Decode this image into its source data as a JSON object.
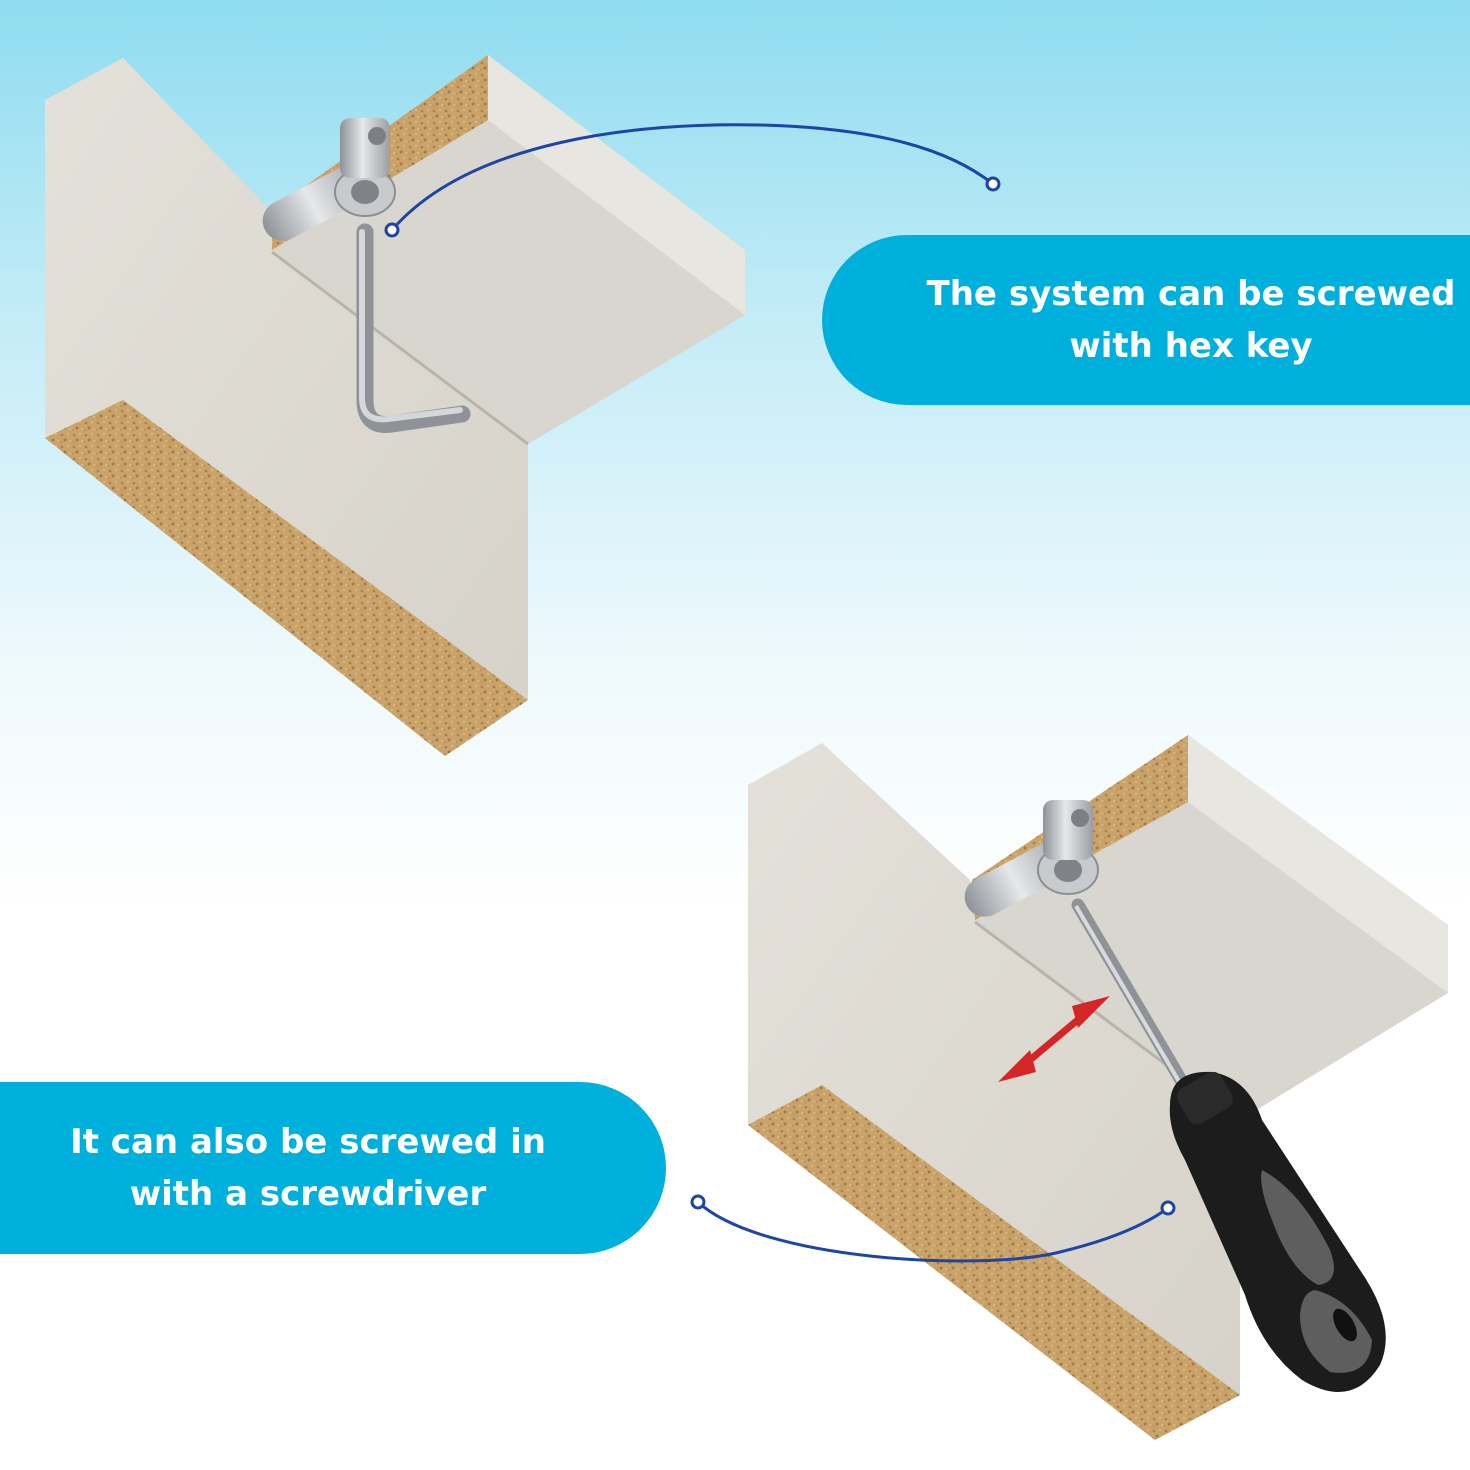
{
  "callouts": {
    "top": {
      "line1": "The system can be screwed",
      "line2": "with hex key"
    },
    "bottom": {
      "line1": "It can also be screwed in",
      "line2": "with a screwdriver"
    }
  },
  "colors": {
    "callout_fill": "#00b0dc",
    "connector_line": "#1d45a6",
    "panel_face": "#dedbd4",
    "panel_shadow": "#c7c3ba",
    "chipboard_edge": "#c9a36a",
    "fitting_metal": "#b9bcc0",
    "arrow": "#d42626",
    "handle_black": "#1c1c1c",
    "handle_grey": "#5e5e5e"
  },
  "icons": {
    "top_tool": "hex-key-icon",
    "bottom_tool": "screwdriver-icon",
    "direction": "double-arrow-icon"
  }
}
